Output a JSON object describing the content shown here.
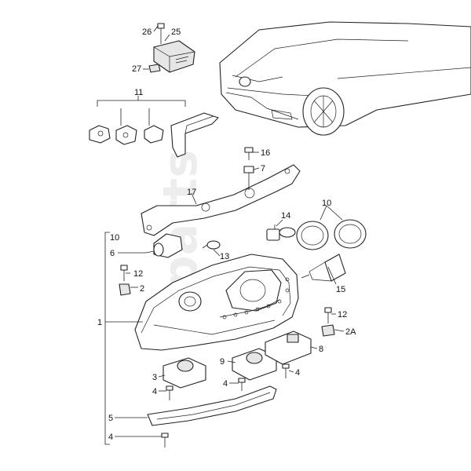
{
  "callouts": {
    "c1": "1",
    "c2": "2",
    "c2a": "2A",
    "c3": "3",
    "c4a": "4",
    "c4b": "4",
    "c4c": "4",
    "c4d": "4",
    "c5": "5",
    "c6": "6",
    "c7": "7",
    "c8": "8",
    "c9": "9",
    "c10a": "10",
    "c10b": "10",
    "c11": "11",
    "c12a": "12",
    "c12b": "12",
    "c13": "13",
    "c14": "14",
    "c15": "15",
    "c16": "16",
    "c17": "17",
    "c25": "25",
    "c26": "26",
    "c27": "27"
  }
}
